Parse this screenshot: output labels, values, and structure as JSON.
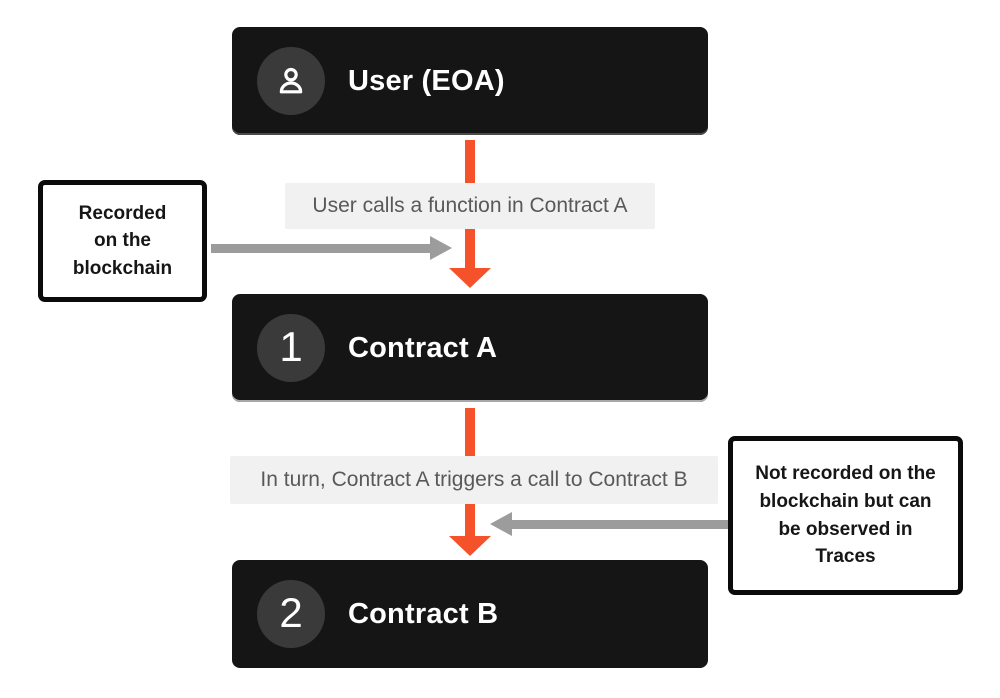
{
  "nodes": {
    "user": {
      "label": "User (EOA)"
    },
    "contract_a": {
      "label": "Contract A",
      "badge": "1"
    },
    "contract_b": {
      "label": "Contract B",
      "badge": "2"
    }
  },
  "edges": {
    "user_to_a": {
      "label": "User calls a function in Contract A"
    },
    "a_to_b": {
      "label": "In turn, Contract A triggers a call to Contract B"
    }
  },
  "annotations": {
    "recorded": {
      "text": "Recorded\non the\nblockchain"
    },
    "not_recorded": {
      "text": "Not recorded on the\nblockchain but can\nbe observed in\nTraces"
    }
  },
  "colors": {
    "flow_arrow": "#F5522C",
    "annotation_arrow": "#9C9C9C",
    "node_background": "#151515",
    "node_circle": "#3A3A3A",
    "edge_label_background": "#F1F1F1",
    "edge_label_text": "#58595B",
    "callout_border": "#0B0B0B"
  }
}
